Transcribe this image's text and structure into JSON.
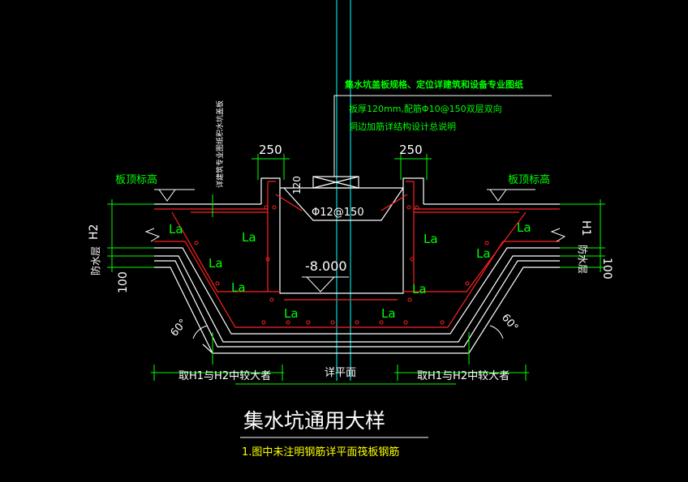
{
  "drawing": {
    "note_cover": "集水坑盖板规格、定位详建筑和设备专业图纸",
    "note_slab_1": "板厚120mm,配筋Φ10@150双层双向",
    "note_slab_2": "洞边加筋详结构设计总说明",
    "vertical_note": "详建筑专业图纸积水坑盖板",
    "dim_250_left": "250",
    "dim_250_right": "250",
    "dim_120": "120",
    "rebar_label": "Φ12@150",
    "label_slab_top_left": "板顶标高",
    "label_slab_top_right": "板顶标高",
    "label_H2": "H2",
    "label_H1": "H1",
    "label_waterproof_left": "防水层",
    "label_waterproof_right": "防水层",
    "label_100_left": "100",
    "label_100_right": "100",
    "anchor_label": "La",
    "elevation": "-8.000",
    "angle_left": "60°",
    "angle_right": "60°",
    "bottom_left_text": "取H1与H2中较大者",
    "bottom_mid_text": "详平面",
    "bottom_right_text": "取H1与H2中较大者",
    "title": "集水坑通用大样",
    "footnote": "1.图中未注明钢筋详平面筏板钢筋"
  },
  "colors": {
    "background": "#000000",
    "white_line": "#ffffff",
    "rebar_red": "#ff2020",
    "text_green": "#00ff00",
    "axis_cyan": "#00ffff",
    "text_yellow": "#ffff00"
  }
}
